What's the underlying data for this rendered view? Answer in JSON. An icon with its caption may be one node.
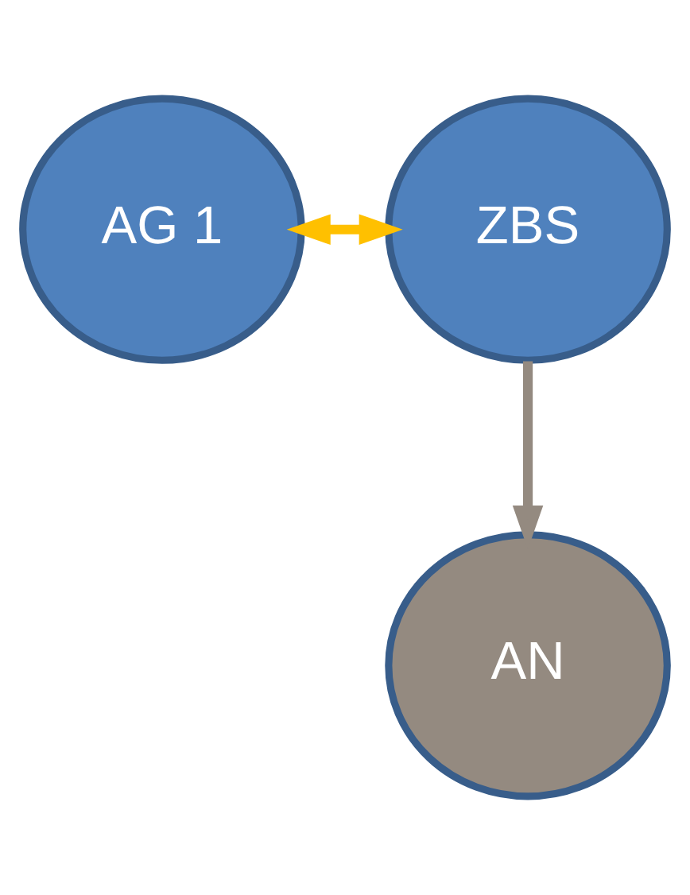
{
  "diagram": {
    "nodes": [
      {
        "text": [
          "AG 1"
        ]
      },
      {
        "text": [
          "ZBS"
        ]
      },
      {
        "text": [
          "AN"
        ]
      }
    ],
    "edges": [
      {
        "from": 0,
        "to": 1,
        "arrow": "both",
        "color": "#ffc000"
      },
      {
        "from": 1,
        "to": 2,
        "arrow": "to",
        "color": "#948a80"
      }
    ]
  }
}
